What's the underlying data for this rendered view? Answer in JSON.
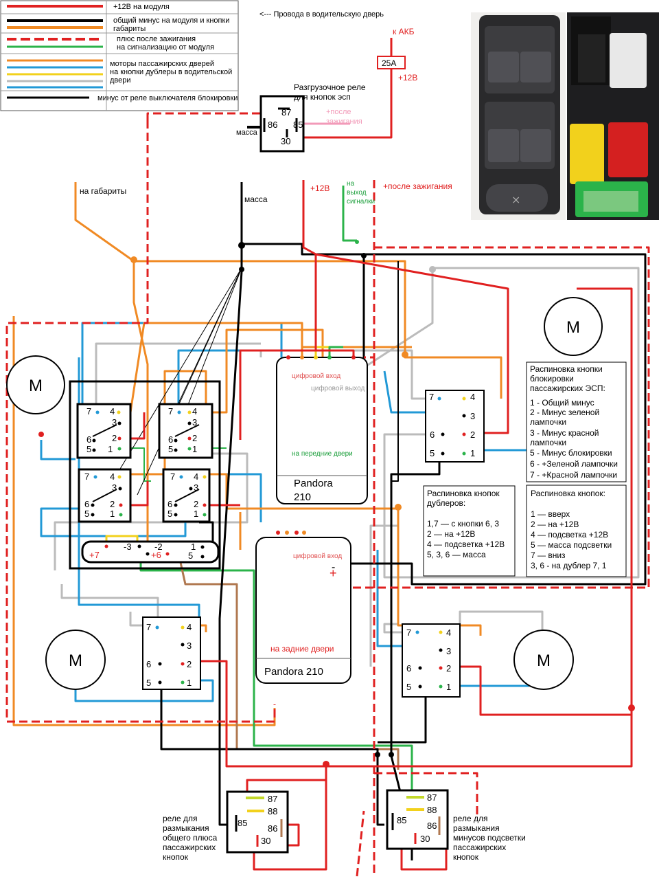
{
  "legend": {
    "items": [
      {
        "text": "+12В на модуля",
        "color": "#e02020"
      },
      {
        "text": "общий минус на модуля и кнопки",
        "color": "#000000"
      },
      {
        "text": "габариты",
        "color": "#f08a24"
      },
      {
        "text": "плюс после зажигания",
        "color": "#e02020"
      },
      {
        "text": "на сигнализацию от модуля",
        "color": "#2bb34a"
      },
      {
        "text": "моторы пассажирских дверей",
        "color": "#f08a24"
      },
      {
        "text": "на кнопки дублеры в водительской",
        "color": "#2299d6"
      },
      {
        "text": "двери",
        "color": "#bbbbbb"
      },
      {
        "text": "минус от реле выключателя блокировки",
        "color": "#000000"
      }
    ]
  },
  "driver_door_note": "<--- Провода в водительскую дверь",
  "relay_top": {
    "title_line1": "Разгрузочное реле",
    "title_line2": "для кнопок эсп",
    "ground_label": "масса",
    "pins": [
      "87",
      "86",
      "85",
      "30"
    ],
    "after_ignition": "+после",
    "after_ignition2": "зажигания"
  },
  "battery": {
    "to_akb": "к АКБ",
    "fuse": "25А",
    "plus12": "+12В"
  },
  "wire_labels": {
    "gabarity": "на габариты",
    "massa": "масса",
    "plus12": "+12В",
    "signal_line1": "на",
    "signal_line2": "выход",
    "signal_line3": "сигналки",
    "after_ignition": "+после зажигания"
  },
  "motor_label": "M",
  "pandora_front": {
    "name_line1": "Pandora",
    "name_line2": "210",
    "digital_in": "цифровой  вход",
    "digital_out": "цифровой выход",
    "note": "на передние двери"
  },
  "pandora_rear": {
    "name": "Pandora 210",
    "digital_in": "цифровой  вход",
    "note": "на задние двери",
    "minus": "-",
    "plus": "+"
  },
  "pin_numbers": [
    "1",
    "2",
    "3",
    "4",
    "5",
    "6",
    "7"
  ],
  "connector_strip": {
    "p7": "+7",
    "m3": "-3",
    "m2": "-2",
    "p6": "+6",
    "p1": "1",
    "p5": "5"
  },
  "info_lock_button": {
    "title_line1": "Распиновка кнопки",
    "title_line2": "блокировки",
    "title_line3": "пассажирских  ЭСП:",
    "lines": [
      "1 - Общий минус",
      "2 - Минус зеленой",
      "лампочки",
      "3 - Минус красной",
      "лампочки",
      "5 - Минус блокировки",
      "6 - +Зеленой лампочки",
      "7 - +Красной лампочки"
    ]
  },
  "info_dublers": {
    "title_line1": "Распиновка кнопок",
    "title_line2": "дублеров:",
    "lines": [
      "1,7 — с кнопки 6, 3",
      "2 — на +12В",
      "4 — подсветка +12В",
      "5, 3, 6 — масса"
    ]
  },
  "info_buttons": {
    "title": "Распиновка кнопок:",
    "lines": [
      "1 — вверх",
      "2 — на +12В",
      "4 — подсветка +12В",
      "5 — масса подсветки",
      "7 — вниз",
      "3, 6 -  на дублер 7, 1"
    ]
  },
  "relay_bottom_left": {
    "pins": [
      "87",
      "88",
      "85",
      "86",
      "30"
    ],
    "caption": [
      "реле для",
      "размыкания",
      "общего плюса",
      "пассажирских",
      "кнопок"
    ]
  },
  "relay_bottom_right": {
    "pins": [
      "87",
      "88",
      "85",
      "86",
      "30"
    ],
    "caption": [
      "реле для",
      "размыкания",
      "минусов подсветки",
      "пассажирских",
      "кнопок"
    ]
  },
  "colors": {
    "red": "#e02020",
    "black": "#000000",
    "orange": "#f08a24",
    "green": "#2bb34a",
    "blue": "#2299d6",
    "gray": "#bbbbbb",
    "yellow": "#f2d11c",
    "brown": "#b07850"
  }
}
